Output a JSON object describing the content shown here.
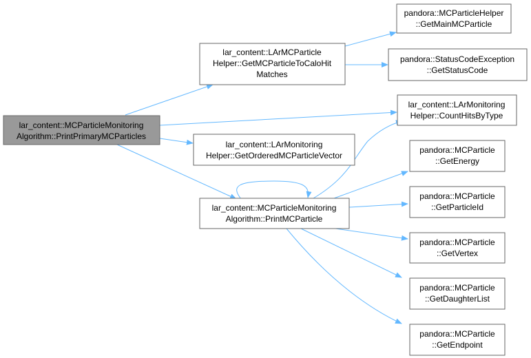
{
  "colors": {
    "edge": "#63b8ff",
    "node_fill": "#ffffff",
    "root_fill": "#999999",
    "node_border": "#666666"
  },
  "nodes": {
    "root": {
      "line1": "lar_content::MCParticleMonitoring",
      "line2": "Algorithm::PrintPrimaryMCParticles"
    },
    "getmctocalo": {
      "line1": "lar_content::LArMCParticle",
      "line2": "Helper::GetMCParticleToCaloHit",
      "line3": "Matches"
    },
    "getordered": {
      "line1": "lar_content::LArMonitoring",
      "line2": "Helper::GetOrderedMCParticleVector"
    },
    "printmc": {
      "line1": "lar_content::MCParticleMonitoring",
      "line2": "Algorithm::PrintMCParticle"
    },
    "getmain": {
      "line1": "pandora::MCParticleHelper",
      "line2": "::GetMainMCParticle"
    },
    "statuscode": {
      "line1": "pandora::StatusCodeException",
      "line2": "::GetStatusCode"
    },
    "counthits": {
      "line1": "lar_content::LArMonitoring",
      "line2": "Helper::CountHitsByType"
    },
    "energy": {
      "line1": "pandora::MCParticle",
      "line2": "::GetEnergy"
    },
    "particleid": {
      "line1": "pandora::MCParticle",
      "line2": "::GetParticleId"
    },
    "vertex": {
      "line1": "pandora::MCParticle",
      "line2": "::GetVertex"
    },
    "daughter": {
      "line1": "pandora::MCParticle",
      "line2": "::GetDaughterList"
    },
    "endpoint": {
      "line1": "pandora::MCParticle",
      "line2": "::GetEndpoint"
    }
  },
  "edges": [
    {
      "from": "root",
      "to": "getmctocalo"
    },
    {
      "from": "root",
      "to": "counthits"
    },
    {
      "from": "root",
      "to": "getordered"
    },
    {
      "from": "root",
      "to": "printmc"
    },
    {
      "from": "getmctocalo",
      "to": "getmain"
    },
    {
      "from": "getmctocalo",
      "to": "statuscode"
    },
    {
      "from": "printmc",
      "to": "printmc"
    },
    {
      "from": "printmc",
      "to": "counthits"
    },
    {
      "from": "printmc",
      "to": "energy"
    },
    {
      "from": "printmc",
      "to": "particleid"
    },
    {
      "from": "printmc",
      "to": "vertex"
    },
    {
      "from": "printmc",
      "to": "daughter"
    },
    {
      "from": "printmc",
      "to": "endpoint"
    }
  ]
}
